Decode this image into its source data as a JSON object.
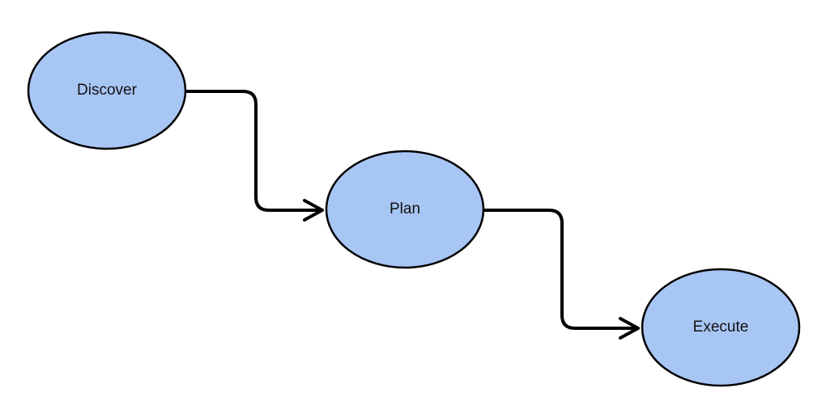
{
  "diagram": {
    "nodes": [
      {
        "id": "discover",
        "label": "Discover"
      },
      {
        "id": "plan",
        "label": "Plan"
      },
      {
        "id": "execute",
        "label": "Execute"
      }
    ],
    "edges": [
      {
        "from": "discover",
        "to": "plan"
      },
      {
        "from": "plan",
        "to": "execute"
      }
    ],
    "colors": {
      "node_fill": "#a8c6f4",
      "node_stroke": "#000000",
      "edge": "#000000",
      "background": "#ffffff"
    }
  }
}
